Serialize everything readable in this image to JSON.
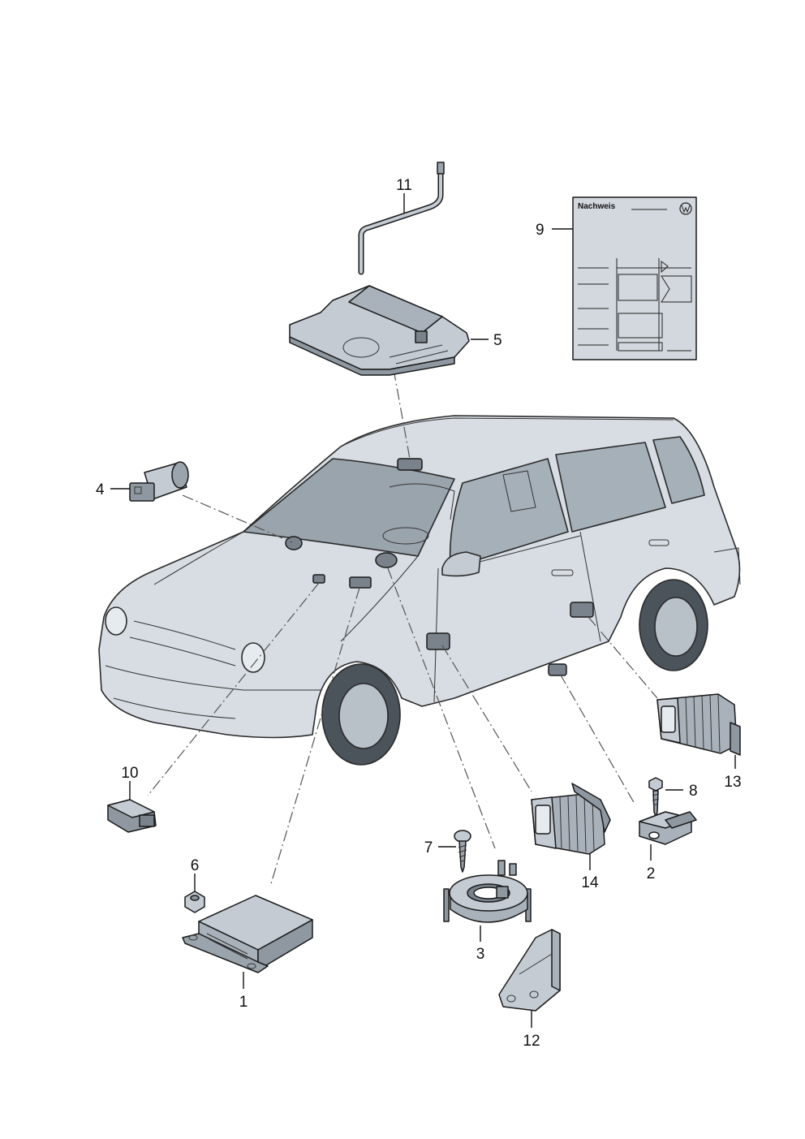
{
  "labels": {
    "p1": "1",
    "p2": "2",
    "p3": "3",
    "p4": "4",
    "p5": "5",
    "p6": "6",
    "p7": "7",
    "p8": "8",
    "p9": "9",
    "p10": "10",
    "p11": "11",
    "p12": "12",
    "p13": "13",
    "p14": "14"
  },
  "document": {
    "title": "Nachweis",
    "logo": "vw-logo-icon"
  },
  "colors": {
    "part_fill": "#c4cbd3",
    "part_dark": "#8f98a1",
    "car_fill": "#d7dde3",
    "glass": "#9aa4ad",
    "paper": "#d2d8de"
  }
}
